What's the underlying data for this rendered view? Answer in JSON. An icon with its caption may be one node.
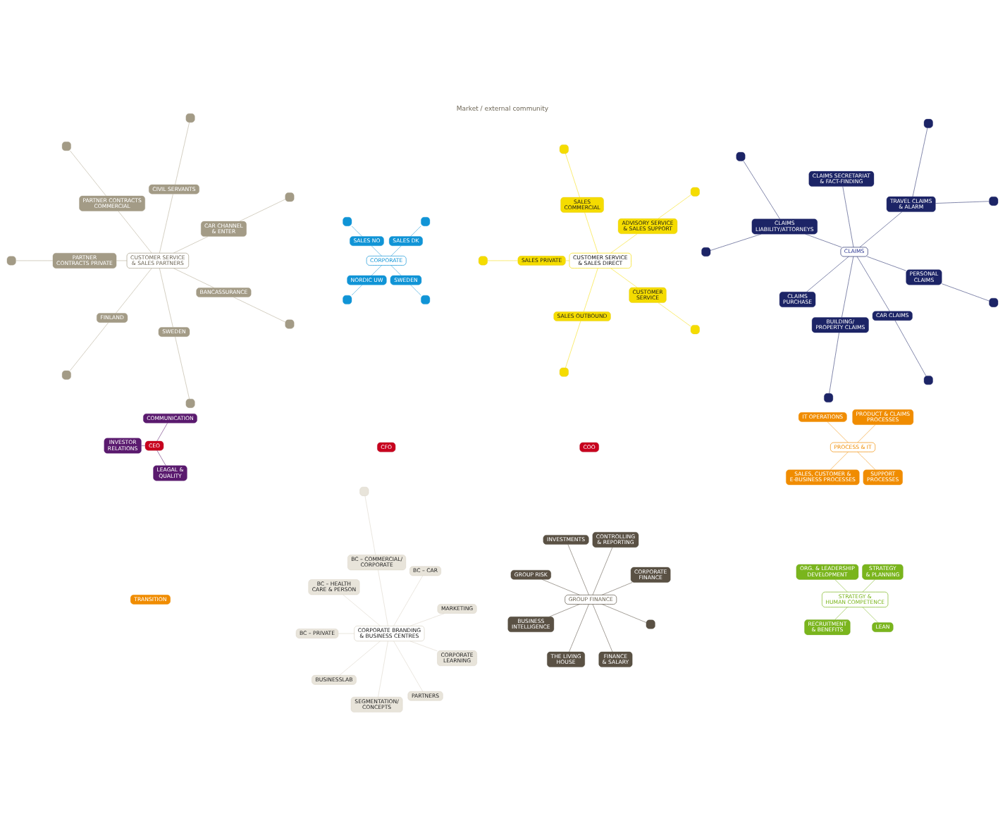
{
  "diagram": {
    "title": "Market / external community",
    "nodes": [
      {
        "text": [],
        "shape": "box"
      },
      {
        "text": [],
        "shape": "box"
      },
      {
        "text": [],
        "shape": "box"
      },
      {
        "text": [],
        "shape": "box"
      },
      {
        "text": [],
        "shape": "box"
      },
      {
        "text": [],
        "shape": "box"
      },
      {
        "text": [],
        "shape": "box"
      },
      {
        "text": [
          "CAR CHANNEL & ENTER"
        ]
      },
      {
        "text": [
          "CIVIL SERVANTS"
        ]
      },
      {
        "text": [
          "PARTNER CONTRACTS COMMERCIAL"
        ]
      },
      {
        "text": [
          "PARTNER CONTRACTS PRIVATE"
        ]
      },
      {
        "text": [
          "FINLAND"
        ]
      },
      {
        "text": [
          "SWEDEN"
        ]
      },
      {
        "text": [
          "BANCASSURANCE"
        ]
      },
      {
        "text": [
          "CUSTOMER SERVICE & SALES PARTNERS"
        ]
      },
      {
        "text": [],
        "shape": "box"
      },
      {
        "text": [],
        "shape": "box"
      },
      {
        "text": [],
        "shape": "box"
      },
      {
        "text": [],
        "shape": "box"
      },
      {
        "text": [
          "SALES DK"
        ]
      },
      {
        "text": [
          "SALES NO"
        ]
      },
      {
        "text": [
          "NORDIC UW"
        ]
      },
      {
        "text": [
          "SWEDEN"
        ]
      },
      {
        "text": [
          "CORPORATE"
        ]
      },
      {
        "text": [],
        "shape": "box"
      },
      {
        "text": [],
        "shape": "box"
      },
      {
        "text": [],
        "shape": "box"
      },
      {
        "text": [],
        "shape": "box"
      },
      {
        "text": [],
        "shape": "box"
      },
      {
        "text": [
          "ADVISORY SERVICE & SALES SUPPORT"
        ]
      },
      {
        "text": [
          "SALES COMMERCIAL"
        ]
      },
      {
        "text": [
          "SALES PRIVATE"
        ]
      },
      {
        "text": [
          "SALES OUTBOUND"
        ]
      },
      {
        "text": [
          "CUSTOMER SERVICE"
        ]
      },
      {
        "text": [
          "CUSTOMER SERVICE & SALES DIRECT"
        ]
      },
      {
        "text": [
          "CLAIMS"
        ]
      },
      {
        "text": [
          "CEO"
        ]
      },
      {
        "text": [
          "CFO"
        ]
      },
      {
        "text": [
          "COO"
        ]
      },
      {
        "text": [
          "PROCESS & IT"
        ]
      },
      {
        "text": [
          "PRODUCT & CLAIMS PROCESSES"
        ]
      },
      {
        "text": [
          "IT OPERATIONS"
        ]
      },
      {
        "text": [
          "SALES, CUSTOMER & E-BUSINESS PROCESSES"
        ]
      },
      {
        "text": [
          "SUPPORT PROCESSES"
        ]
      },
      {
        "text": [
          "TRANSITION"
        ]
      },
      {
        "text": [
          "COMMUNICATION"
        ]
      },
      {
        "text": [
          "INVESTOR RELATIONS"
        ]
      },
      {
        "text": [
          "LEAGAL & QUALITY"
        ]
      },
      {
        "text": [],
        "shape": "box"
      },
      {
        "text": [],
        "shape": "box"
      },
      {
        "text": [],
        "shape": "box"
      },
      {
        "text": [],
        "shape": "box"
      },
      {
        "text": [],
        "shape": "box"
      },
      {
        "text": [],
        "shape": "box"
      },
      {
        "text": [],
        "shape": "box"
      },
      {
        "text": [
          "TRAVEL CLAIMS & ALARM"
        ]
      },
      {
        "text": [
          "CLAIMS SECRETARIAT & FACT-FINDING"
        ]
      },
      {
        "text": [
          "CLAIMS LIABILITY/ATTORNEYS"
        ]
      },
      {
        "text": [
          "CLAIMS PURCHASE"
        ]
      },
      {
        "text": [
          "BUILDING/ PROPERTY CLAIMS"
        ]
      },
      {
        "text": [
          "CAR CLAIMS"
        ]
      },
      {
        "text": [
          "PERSONAL CLAIMS"
        ]
      },
      {
        "text": [
          "CORPORATE BRANDING & BUSINESS CENTRES"
        ]
      },
      {
        "text": [
          "MARKETING"
        ]
      },
      {
        "text": [
          "BC – CAR"
        ]
      },
      {
        "text": [
          "BC – COMMERCIAL/ CORPORATE"
        ]
      },
      {
        "text": [],
        "shape": "box"
      },
      {
        "text": [
          "BC – HEALTH CARE & PERSON"
        ]
      },
      {
        "text": [
          "BC – PRIVATE"
        ]
      },
      {
        "text": [
          "BUSINESSLAB"
        ]
      },
      {
        "text": [
          "SEGMENTATION/ CONCEPTS"
        ]
      },
      {
        "text": [
          "PARTNERS"
        ]
      },
      {
        "text": [
          "CORPORATE LEARNING"
        ]
      },
      {
        "text": [
          "GROUP FINANCE"
        ]
      },
      {
        "text": [
          "CORPORATE FINANCE"
        ]
      },
      {
        "text": [
          "CONTROLLING & REPORTING"
        ]
      },
      {
        "text": [
          "INVESTMENTS"
        ]
      },
      {
        "text": [
          "GROUP RISK"
        ]
      },
      {
        "text": [
          "BUSINESS INTELLIGENCE"
        ]
      },
      {
        "text": [
          "THE LIVING HOUSE"
        ]
      },
      {
        "text": [
          "FINANCE & SALARY"
        ]
      },
      {
        "text": [],
        "shape": "box"
      },
      {
        "text": [
          "STRATEGY & HUMAN COMPETENCE"
        ]
      },
      {
        "text": [
          "STRATEGY & PLANNING"
        ]
      },
      {
        "text": [
          "ORG. & LEADERSHIP DEVELOPMENT"
        ]
      },
      {
        "text": [
          "RECRUITMENT & BENEFITS"
        ]
      },
      {
        "text": [
          "LEAN"
        ]
      }
    ],
    "edges": [
      {
        "from": 0,
        "to": 7,
        "arrow": "none"
      },
      {
        "from": 1,
        "to": 13,
        "arrow": "none"
      },
      {
        "from": 2,
        "to": 8,
        "arrow": "none"
      },
      {
        "from": 3,
        "to": 9,
        "arrow": "none"
      },
      {
        "from": 4,
        "to": 10,
        "arrow": "none"
      },
      {
        "from": 5,
        "to": 11,
        "arrow": "none"
      },
      {
        "from": 6,
        "to": 12,
        "arrow": "none"
      },
      {
        "from": 14,
        "to": 7,
        "arrow": "none"
      },
      {
        "from": 14,
        "to": 8,
        "arrow": "none"
      },
      {
        "from": 14,
        "to": 9,
        "arrow": "none"
      },
      {
        "from": 14,
        "to": 10,
        "arrow": "none"
      },
      {
        "from": 14,
        "to": 11,
        "arrow": "none"
      },
      {
        "from": 14,
        "to": 12,
        "arrow": "none"
      },
      {
        "from": 14,
        "to": 13,
        "arrow": "none"
      },
      {
        "from": 15,
        "to": 19,
        "arrow": "none",
        "color": "#1094d6"
      },
      {
        "from": 16,
        "to": 20,
        "arrow": "none",
        "color": "#1094d6"
      },
      {
        "from": 17,
        "to": 21,
        "arrow": "none",
        "color": "#1094d6"
      },
      {
        "from": 18,
        "to": 22,
        "arrow": "none",
        "color": "#1094d6"
      },
      {
        "from": 23,
        "to": 19,
        "arrow": "none",
        "color": "#1094d6"
      },
      {
        "from": 23,
        "to": 20,
        "arrow": "none",
        "color": "#1094d6"
      },
      {
        "from": 23,
        "to": 21,
        "arrow": "none",
        "color": "#1094d6"
      },
      {
        "from": 23,
        "to": 22,
        "arrow": "none",
        "color": "#1094d6"
      },
      {
        "from": 24,
        "to": 29,
        "arrow": "none",
        "color": "#f5dc00"
      },
      {
        "from": 25,
        "to": 30,
        "arrow": "none",
        "color": "#f5dc00"
      },
      {
        "from": 26,
        "to": 31,
        "arrow": "none",
        "color": "#f5dc00"
      },
      {
        "from": 27,
        "to": 32,
        "arrow": "none",
        "color": "#f5dc00"
      },
      {
        "from": 28,
        "to": 33,
        "arrow": "none",
        "color": "#f5dc00"
      },
      {
        "from": 34,
        "to": 29,
        "arrow": "none",
        "color": "#f5dc00"
      },
      {
        "from": 34,
        "to": 30,
        "arrow": "none",
        "color": "#f5dc00"
      },
      {
        "from": 34,
        "to": 31,
        "arrow": "none",
        "color": "#f5dc00"
      },
      {
        "from": 34,
        "to": 32,
        "arrow": "none",
        "color": "#f5dc00"
      },
      {
        "from": 34,
        "to": 33,
        "arrow": "none",
        "color": "#f5dc00"
      },
      {
        "from": 39,
        "to": 40,
        "arrow": "none",
        "color": "#f08c00"
      },
      {
        "from": 39,
        "to": 41,
        "arrow": "none",
        "color": "#f08c00"
      },
      {
        "from": 39,
        "to": 42,
        "arrow": "none",
        "color": "#f08c00"
      },
      {
        "from": 39,
        "to": 43,
        "arrow": "none",
        "color": "#f08c00"
      },
      {
        "from": 36,
        "to": 45,
        "arrow": "none",
        "color": "#5a1a6e"
      },
      {
        "from": 36,
        "to": 46,
        "arrow": "none",
        "color": "#5a1a6e"
      },
      {
        "from": 36,
        "to": 47,
        "arrow": "none",
        "color": "#5a1a6e"
      },
      {
        "from": 48,
        "to": 55,
        "arrow": "none",
        "color": "#1c2466"
      },
      {
        "from": 49,
        "to": 55,
        "arrow": "none",
        "color": "#1c2466"
      },
      {
        "from": 50,
        "to": 57,
        "arrow": "none",
        "color": "#1c2466"
      },
      {
        "from": 51,
        "to": 57,
        "arrow": "none",
        "color": "#1c2466"
      },
      {
        "from": 52,
        "to": 59,
        "arrow": "none",
        "color": "#1c2466"
      },
      {
        "from": 53,
        "to": 60,
        "arrow": "none",
        "color": "#1c2466"
      },
      {
        "from": 54,
        "to": 61,
        "arrow": "none",
        "color": "#1c2466"
      },
      {
        "from": 35,
        "to": 55,
        "arrow": "none",
        "color": "#1c2466"
      },
      {
        "from": 35,
        "to": 56,
        "arrow": "none",
        "color": "#1c2466"
      },
      {
        "from": 35,
        "to": 57,
        "arrow": "none",
        "color": "#1c2466"
      },
      {
        "from": 35,
        "to": 58,
        "arrow": "none",
        "color": "#1c2466"
      },
      {
        "from": 35,
        "to": 59,
        "arrow": "none",
        "color": "#1c2466"
      },
      {
        "from": 35,
        "to": 60,
        "arrow": "none",
        "color": "#1c2466"
      },
      {
        "from": 35,
        "to": 61,
        "arrow": "none",
        "color": "#1c2466"
      },
      {
        "from": 62,
        "to": 63,
        "arrow": "none",
        "color": "#d8d2c4"
      },
      {
        "from": 62,
        "to": 64,
        "arrow": "none",
        "color": "#d8d2c4"
      },
      {
        "from": 62,
        "to": 65,
        "arrow": "none",
        "color": "#d8d2c4"
      },
      {
        "from": 66,
        "to": 65,
        "arrow": "none",
        "color": "#d8d2c4"
      },
      {
        "from": 62,
        "to": 67,
        "arrow": "none",
        "color": "#d8d2c4"
      },
      {
        "from": 62,
        "to": 68,
        "arrow": "none",
        "color": "#d8d2c4"
      },
      {
        "from": 62,
        "to": 69,
        "arrow": "none",
        "color": "#d8d2c4"
      },
      {
        "from": 62,
        "to": 70,
        "arrow": "none",
        "color": "#d8d2c4"
      },
      {
        "from": 62,
        "to": 71,
        "arrow": "none",
        "color": "#d8d2c4"
      },
      {
        "from": 62,
        "to": 72,
        "arrow": "none",
        "color": "#d8d2c4"
      },
      {
        "from": 73,
        "to": 74,
        "arrow": "none",
        "color": "#5a5144"
      },
      {
        "from": 73,
        "to": 75,
        "arrow": "none",
        "color": "#5a5144"
      },
      {
        "from": 73,
        "to": 76,
        "arrow": "none",
        "color": "#5a5144"
      },
      {
        "from": 73,
        "to": 77,
        "arrow": "none",
        "color": "#5a5144"
      },
      {
        "from": 73,
        "to": 78,
        "arrow": "none",
        "color": "#5a5144"
      },
      {
        "from": 73,
        "to": 79,
        "arrow": "none",
        "color": "#5a5144"
      },
      {
        "from": 73,
        "to": 80,
        "arrow": "none",
        "color": "#5a5144"
      },
      {
        "from": 73,
        "to": 81,
        "arrow": "none",
        "color": "#5a5144"
      },
      {
        "from": 82,
        "to": 83,
        "arrow": "none",
        "color": "#7ab51d"
      },
      {
        "from": 82,
        "to": 84,
        "arrow": "none",
        "color": "#7ab51d"
      },
      {
        "from": 82,
        "to": 85,
        "arrow": "none",
        "color": "#7ab51d"
      },
      {
        "from": 82,
        "to": 86,
        "arrow": "none",
        "color": "#7ab51d"
      }
    ]
  }
}
